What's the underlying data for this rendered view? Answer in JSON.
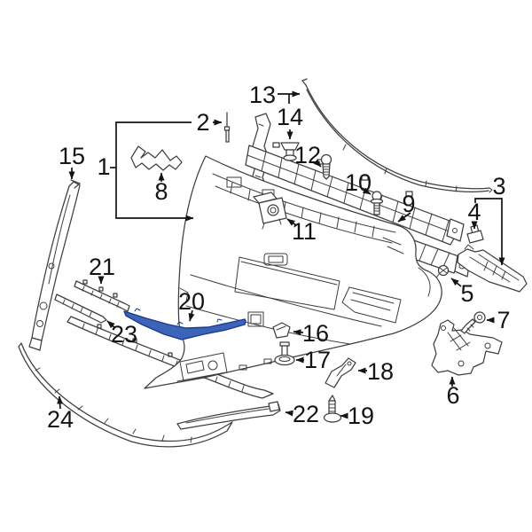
{
  "colors": {
    "background": "#FFFFFF",
    "line_art": "#3E3E3E",
    "label_text": "#141414"
  },
  "highlight": {
    "callout_ref": "20",
    "fill": "#3C64B9",
    "stroke": "#1A3A90"
  },
  "callouts": {
    "c1": "1",
    "c2": "2",
    "c3": "3",
    "c4": "4",
    "c5": "5",
    "c6": "6",
    "c7": "7",
    "c8": "8",
    "c9": "9",
    "c10": "10",
    "c11": "11",
    "c12": "12",
    "c13": "13",
    "c14": "14",
    "c15": "15",
    "c16": "16",
    "c17": "17",
    "c18": "18",
    "c19": "19",
    "c20": "20",
    "c21": "21",
    "c22": "22",
    "c23": "23",
    "c24": "24"
  }
}
